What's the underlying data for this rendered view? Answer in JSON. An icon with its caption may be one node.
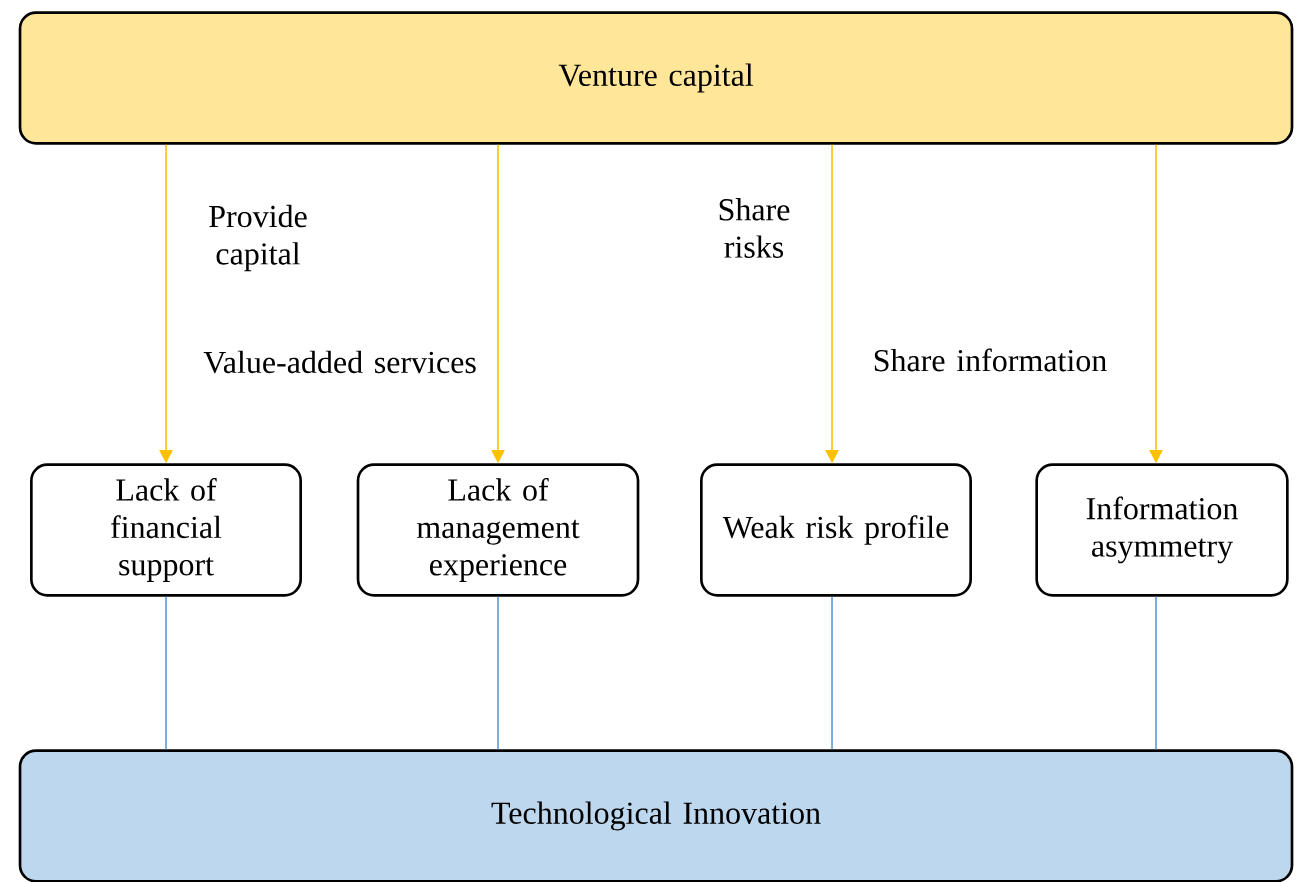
{
  "diagram": {
    "nodes": [
      {
        "text": [
          "Venture capital"
        ]
      },
      {
        "text": [
          "Lack of financial support"
        ]
      },
      {
        "text": [
          "Lack of management experience"
        ]
      },
      {
        "text": [
          "Weak risk profile"
        ]
      },
      {
        "text": [
          "Information asymmetry"
        ]
      },
      {
        "text": [
          "Technological Innovation"
        ]
      }
    ],
    "edges": [
      {
        "from": 0,
        "to": 1,
        "arrow": "to",
        "label": "Provide capital",
        "color": "#ffc000"
      },
      {
        "from": 0,
        "to": 2,
        "arrow": "to",
        "label": "Value-added services",
        "color": "#ffc000"
      },
      {
        "from": 0,
        "to": 3,
        "arrow": "to",
        "label": "Share risks",
        "color": "#ffc000"
      },
      {
        "from": 0,
        "to": 4,
        "arrow": "to",
        "label": "Share information",
        "color": "#ffc000"
      },
      {
        "from": 1,
        "to": 5,
        "arrow": "none",
        "color": "#5b9bd5"
      },
      {
        "from": 2,
        "to": 5,
        "arrow": "none",
        "color": "#5b9bd5"
      },
      {
        "from": 3,
        "to": 5,
        "arrow": "none",
        "color": "#5b9bd5"
      },
      {
        "from": 4,
        "to": 5,
        "arrow": "none",
        "color": "#5b9bd5"
      }
    ]
  }
}
